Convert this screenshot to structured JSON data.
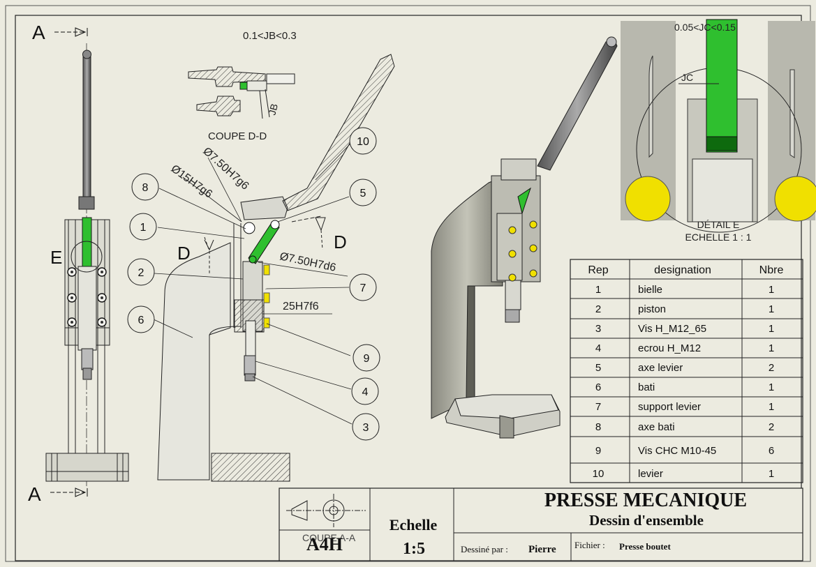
{
  "drawing": {
    "section_a_top": "A",
    "section_a_bottom": "A",
    "view_e_label": "E",
    "jb_tolerance": "0.1<JB<0.3",
    "jb_label": "JB",
    "section_dd_title": "COUPE D-D",
    "section_d_left": "D",
    "section_d_right": "D",
    "dims": {
      "d7_50_h7g6": "Ø7.50H7g6",
      "d15_h7g6": "Ø15H7g6",
      "d7_50_h7d6": "Ø7.50H7d6",
      "d25_h7f6": "25H7f6"
    },
    "balloons": [
      "1",
      "2",
      "3",
      "4",
      "5",
      "6",
      "7",
      "8",
      "9",
      "10"
    ],
    "detail": {
      "tolerance": "0.05<JC<0.15",
      "jc_label": "JC",
      "title": "DÉTAIL E",
      "scale": "ECHELLE 1 : 1"
    },
    "section_aa_title": "COUPE A-A"
  },
  "bom": {
    "headers": [
      "Rep",
      "designation",
      "Nbre"
    ],
    "rows": [
      [
        "1",
        "bielle",
        "1"
      ],
      [
        "2",
        "piston",
        "1"
      ],
      [
        "3",
        "Vis H_M12_65",
        "1"
      ],
      [
        "4",
        "ecrou H_M12",
        "1"
      ],
      [
        "5",
        "axe levier",
        "2"
      ],
      [
        "6",
        "bati",
        "1"
      ],
      [
        "7",
        "support levier",
        "1"
      ],
      [
        "8",
        "axe bati",
        "2"
      ],
      [
        "9",
        "Vis CHC M10-45",
        "6"
      ],
      [
        "10",
        "levier",
        "1"
      ]
    ]
  },
  "title_block": {
    "format": "A4H",
    "scale_label": "Echelle",
    "scale_value": "1:5",
    "title": "PRESSE MECANIQUE",
    "subtitle": "Dessin d'ensemble",
    "drawn_by_label": "Dessiné par :",
    "drawn_by": "Pierre",
    "file_label": "Fichier :",
    "file_name": "Presse boutet"
  },
  "colors": {
    "paper": "#ecebe0",
    "highlight_green": "#2fbf2f",
    "screw_yellow": "#f0e000",
    "part_gray": "#c8c8c0"
  }
}
